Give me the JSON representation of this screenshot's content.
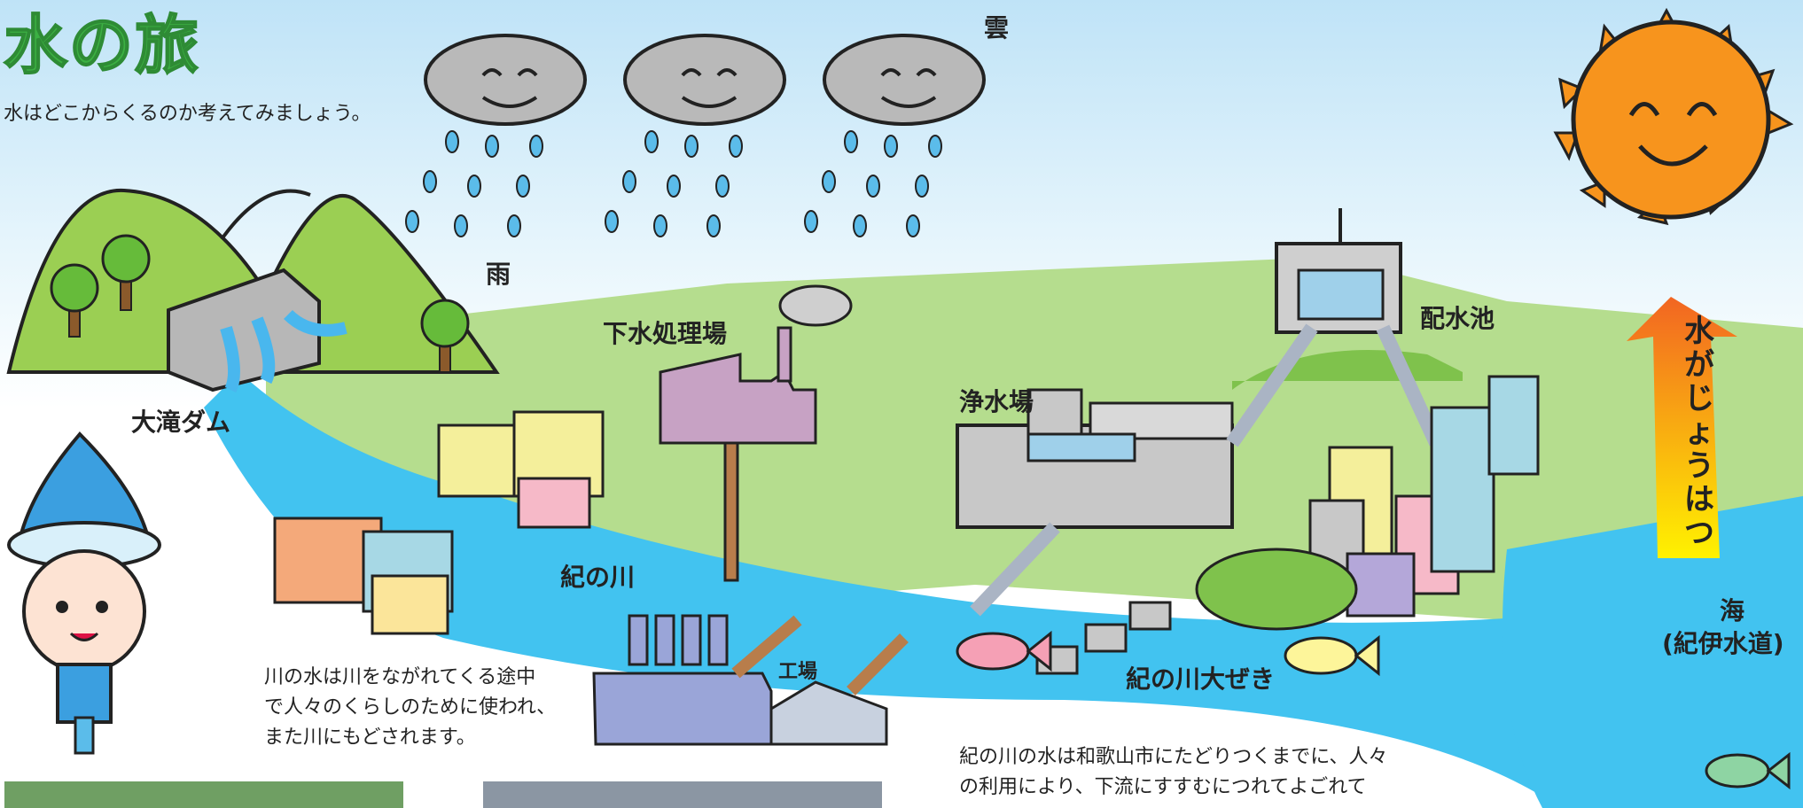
{
  "title": "水の旅",
  "intro": "水はどこからくるのか考えてみましょう。",
  "labels": {
    "cloud": "雲",
    "rain": "雨",
    "dam": "大滝ダム",
    "sewage": "下水処理場",
    "river": "紀の川",
    "purification": "浄水場",
    "reservoir": "配水池",
    "factory": "工場",
    "weir": "紀の川大ぜき",
    "sea_line1": "海",
    "sea_line2": "(紀伊水道)",
    "evaporation": "水がじょうはつ"
  },
  "paragraph1": [
    "川の水は川をながれてくる途中",
    "で人々のくらしのために使われ、",
    "また川にもどされます。"
  ],
  "paragraph2": [
    "紀の川の水は和歌山市にたどりつくまでに、人々",
    "の利用により、下流にすすむにつれてよごれて"
  ],
  "colors": {
    "title": "#3cb043",
    "river": "#42c3f0",
    "land": "#b5dd8e",
    "sun": "#f7941d",
    "arrow_top": "#f26522",
    "arrow_bottom": "#fff200"
  }
}
